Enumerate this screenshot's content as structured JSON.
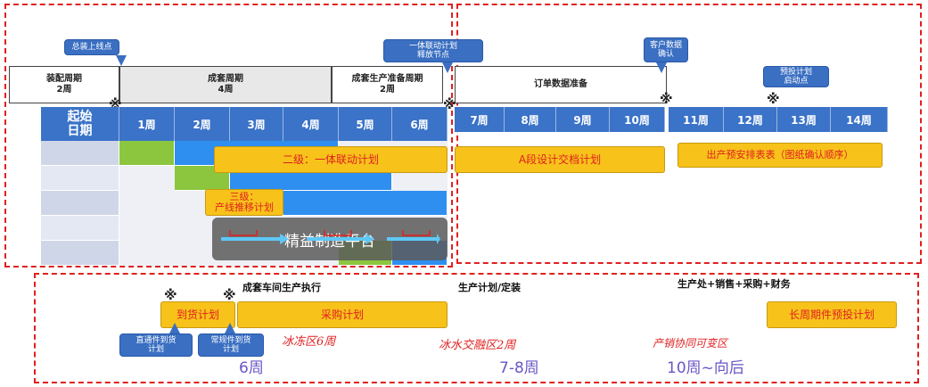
{
  "phases": {
    "assembly": {
      "line1": "装配周期",
      "line2": "2周"
    },
    "set": {
      "line1": "成套周期",
      "line2": "4周"
    },
    "prep": {
      "line1": "成套生产准备周期",
      "line2": "2周"
    },
    "order": {
      "line1": "订单数据准备"
    }
  },
  "callouts": {
    "assembly_start": "总装上线点",
    "linkage_release": {
      "line1": "一体联动计划",
      "line2": "释放节点"
    },
    "customer_confirm": {
      "line1": "客户数据",
      "line2": "确认"
    },
    "preinvest_start": {
      "line1": "预投计划",
      "line2": "启动点"
    },
    "direct_parts": {
      "line1": "直通件到货",
      "line2": "计划"
    },
    "regular_parts": {
      "line1": "常规件到货",
      "line2": "计划"
    }
  },
  "grid": {
    "start_label": {
      "line1": "起始",
      "line2": "日期"
    },
    "weeks_left": [
      "1周",
      "2周",
      "3周",
      "4周",
      "5周",
      "6周"
    ],
    "weeks_right": [
      "7周",
      "8周",
      "9周",
      "10周",
      "11周",
      "12周",
      "13周",
      "14周"
    ]
  },
  "plans": {
    "level2": "二级：一体联动计划",
    "level3": {
      "line1": "三级：",
      "line2": "产线推移计划"
    },
    "platform": "精益制造平台",
    "a_segment": "A段设计交档计划",
    "production_schedule": "出产预安排表表（图纸确认顺序）",
    "arrival": "到货计划",
    "purchase": "采购计划",
    "long_cycle": "长周期件预投计划"
  },
  "bottom": {
    "workshop": "成套车间生产执行",
    "plan_check": "生产计划/定装",
    "depts": "生产处+销售+采购+财务",
    "frozen": "冰冻区6周",
    "frozen_weeks": "6周",
    "mixed": "冰水交融区2周",
    "mixed_weeks": "7-8周",
    "variable": "产销协同可变区",
    "variable_weeks": "10周~向后"
  },
  "marker_symbol": "※",
  "colors": {
    "header_blue": "#3a73c8",
    "plan_yellow": "#f7c21a",
    "frame_red": "#e02020",
    "green": "#8cc63f",
    "blue_bar": "#2e8ff0"
  }
}
